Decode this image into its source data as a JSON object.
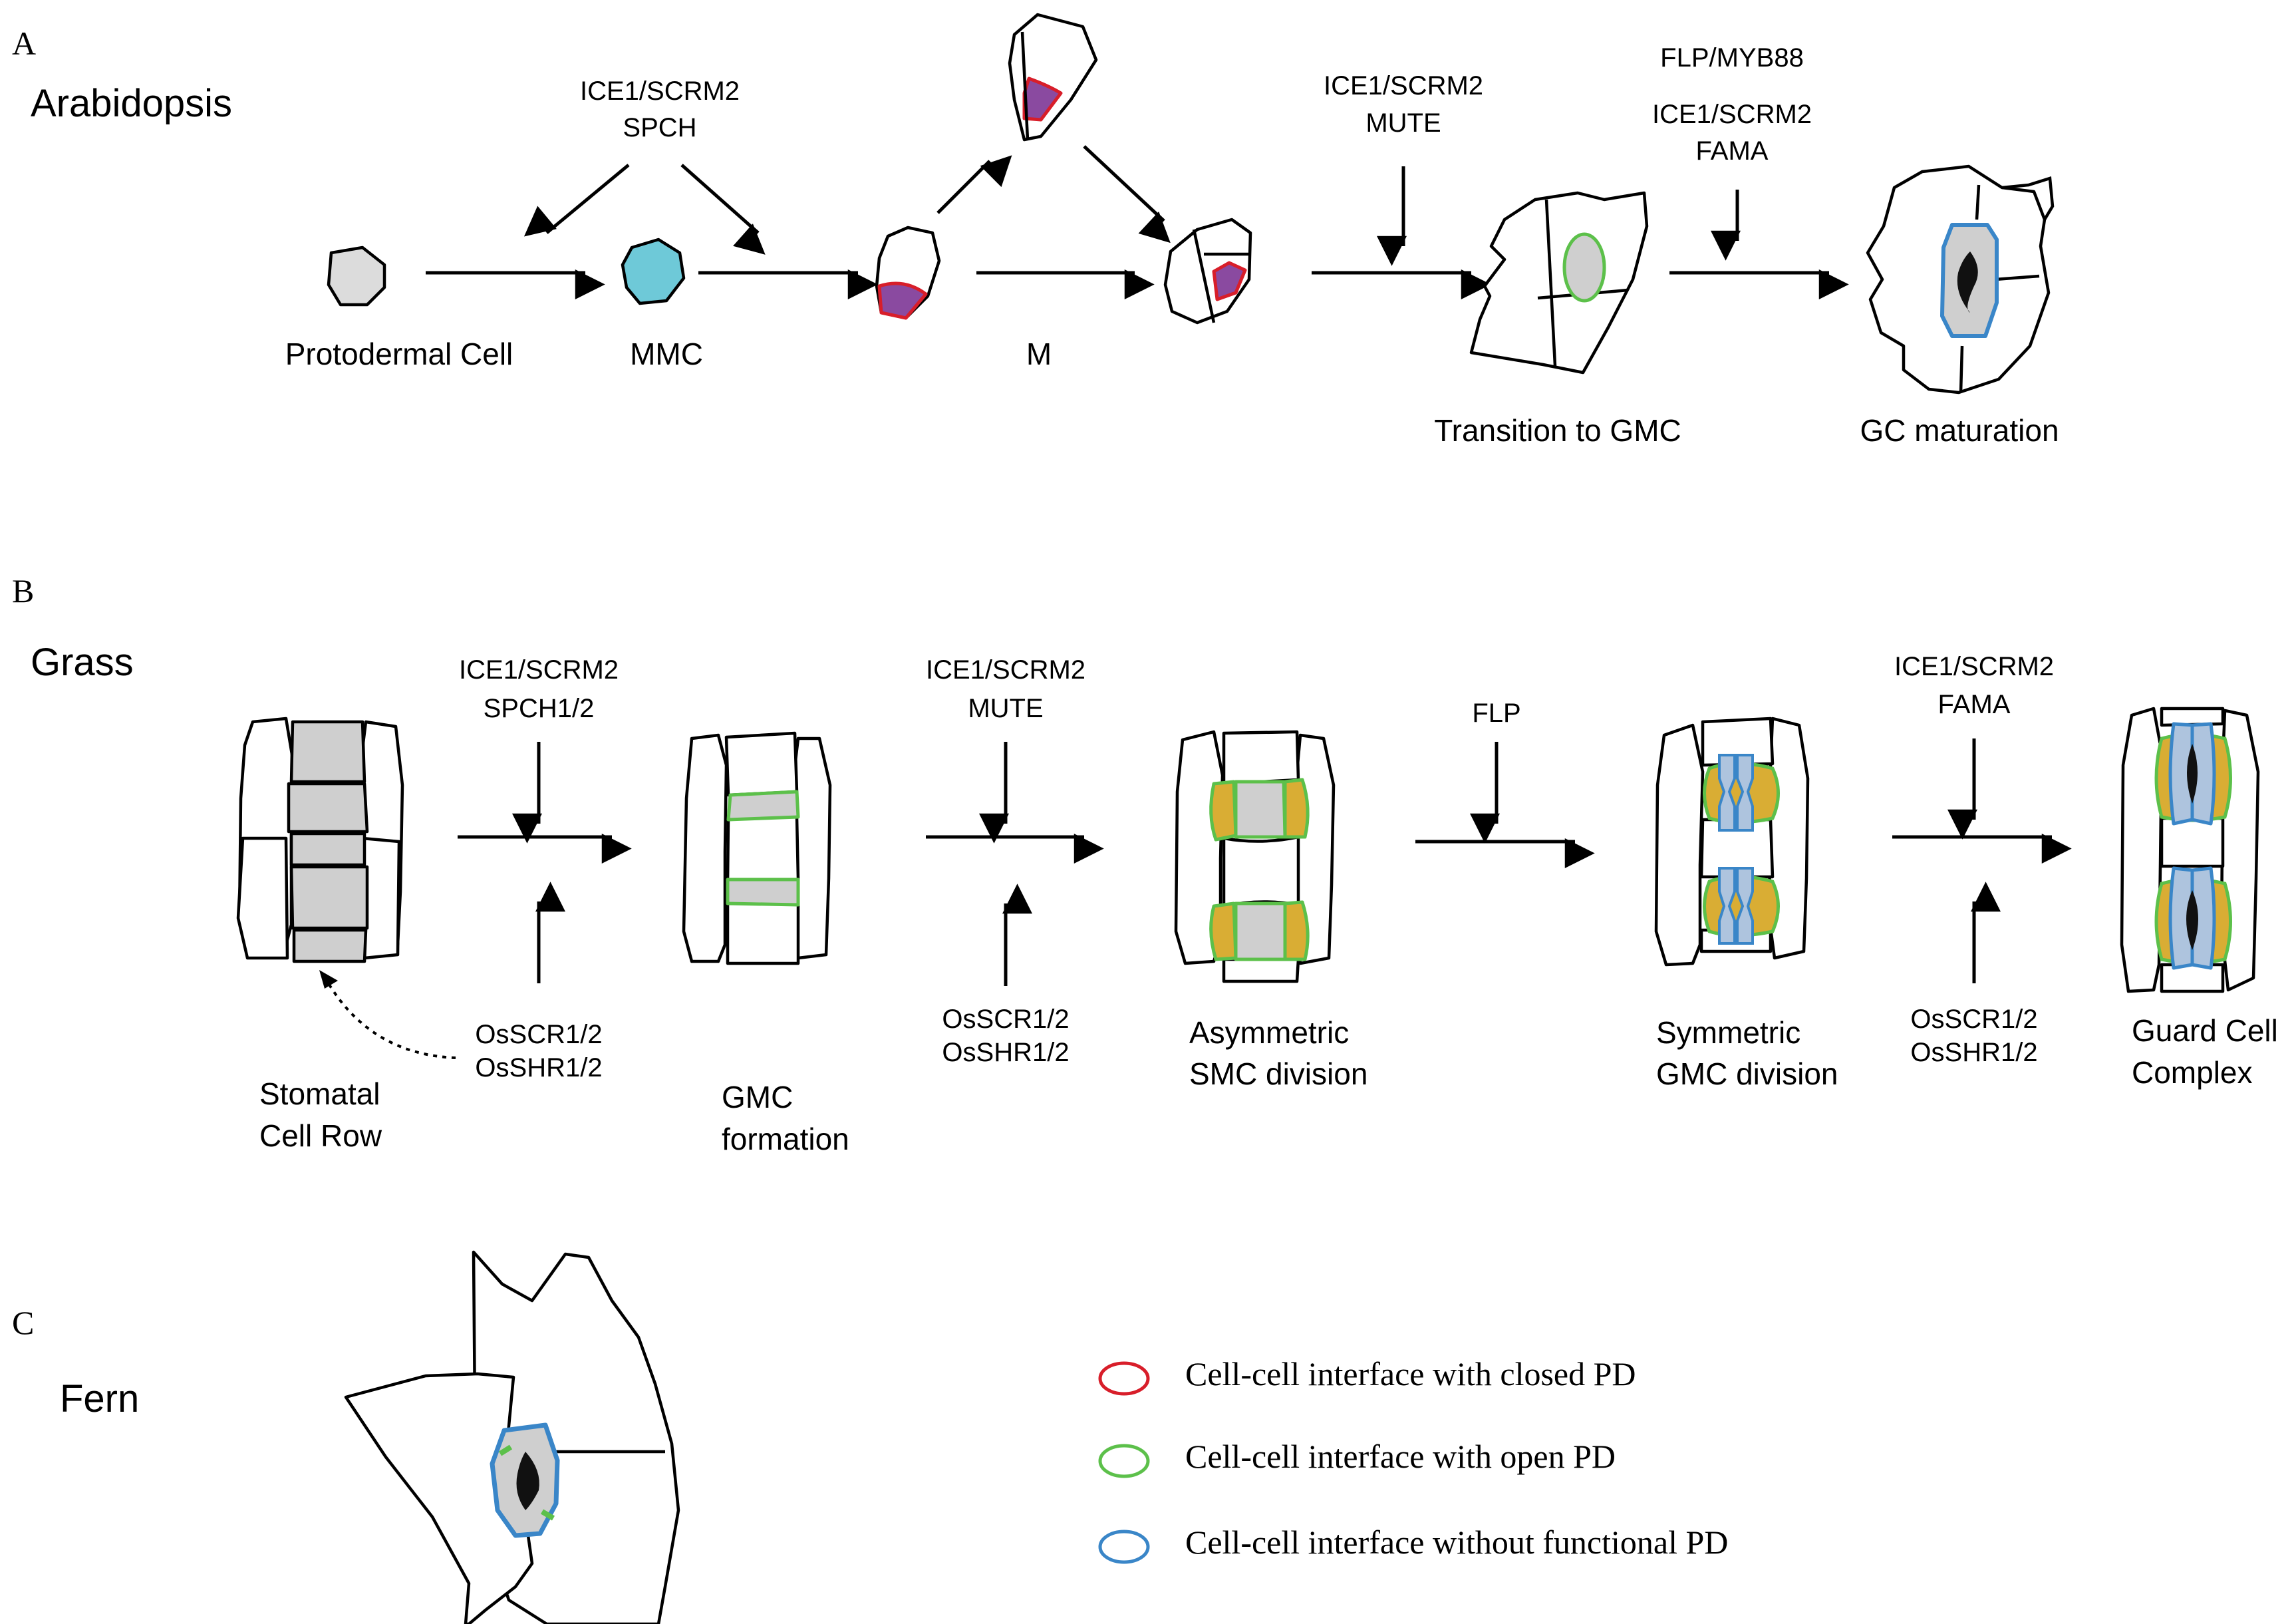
{
  "colors": {
    "closed_pd": "#d81e2a",
    "open_pd": "#5cc04a",
    "no_pd": "#3a86c8",
    "mmc_fill": "#6ec9d8",
    "meristemoid_fill": "#8a4aa0",
    "cell_gray": "#cfcfcf",
    "subsidiary_yellow": "#d9ad34",
    "guard_blue": "#aec4de",
    "pore": "#111111"
  },
  "panel_a": {
    "letter": "A",
    "organism": "Arabidopsis",
    "reg1_line1": "ICE1/SCRM2",
    "reg1_line2": "SPCH",
    "reg2_line1": "ICE1/SCRM2",
    "reg2_line2": "MUTE",
    "reg3_line0": "FLP/MYB88",
    "reg3_line1": "ICE1/SCRM2",
    "reg3_line2": "FAMA",
    "stage_protodermal": "Protodermal Cell",
    "stage_mmc": "MMC",
    "stage_m": "M",
    "stage_gmc": "Transition to GMC",
    "stage_gc": "GC maturation"
  },
  "panel_b": {
    "letter": "B",
    "organism": "Grass",
    "reg1_top_line1": "ICE1/SCRM2",
    "reg1_top_line2": "SPCH1/2",
    "reg1_bottom_line1": "OsSCR1/2",
    "reg1_bottom_line2": "OsSHR1/2",
    "reg2_top_line1": "ICE1/SCRM2",
    "reg2_top_line2": "MUTE",
    "reg2_bottom_line1": "OsSCR1/2",
    "reg2_bottom_line2": "OsSHR1/2",
    "reg3_top": "FLP",
    "reg4_top_line1": "ICE1/SCRM2",
    "reg4_top_line2": "FAMA",
    "reg4_bottom_line1": "OsSCR1/2",
    "reg4_bottom_line2": "OsSHR1/2",
    "stage1_line1": "Stomatal",
    "stage1_line2": "Cell Row",
    "stage2_line1": "GMC",
    "stage2_line2": "formation",
    "stage3_line1": "Asymmetric",
    "stage3_line2": "SMC division",
    "stage4_line1": "Symmetric",
    "stage4_line2": "GMC division",
    "stage5_line1": "Guard Cell",
    "stage5_line2": "Complex"
  },
  "panel_c": {
    "letter": "C",
    "organism": "Fern"
  },
  "legend": {
    "closed": "Cell-cell interface with closed PD",
    "open": "Cell-cell interface with open PD",
    "none": "Cell-cell interface without functional PD"
  }
}
